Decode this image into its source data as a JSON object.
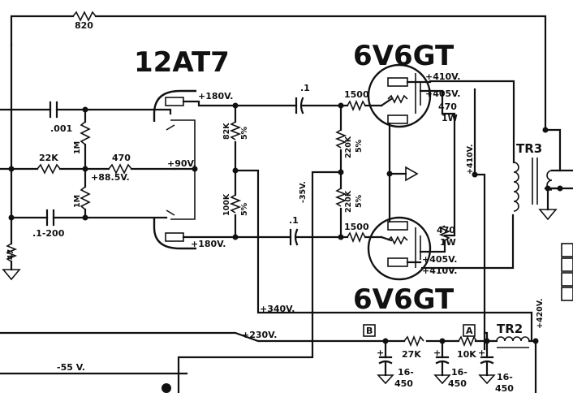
{
  "tubes": {
    "v1": "12AT7",
    "v2_top": "6V6GT",
    "v3_bottom": "6V6GT"
  },
  "transformers": {
    "output": "TR3",
    "choke": "TR2"
  },
  "resistors": {
    "r_top": "820",
    "r_1m_a": "1M",
    "r_1m_b": "1M",
    "r_22k": "22K",
    "r_470_mid": "470",
    "r_82k": "82K",
    "r_82k_tol": "5%",
    "r_100k": "100K",
    "r_100k_tol": "5%",
    "r_220k_a": "220K",
    "r_220k_a_tol": "5%",
    "r_220k_b": "220K",
    "r_220k_b_tol": "5%",
    "r_1500_a": "1500",
    "r_1500_b": "1500",
    "r_470_a": "470",
    "r_470_a_w": "1W",
    "r_470_b": "470",
    "r_470_b_w": "1W",
    "r_47": "47",
    "r_27k": "27K",
    "r_10k": "10K"
  },
  "capacitors": {
    "c_001": ".001",
    "c_1_200": ".1-200",
    "c_1_top": ".1",
    "c_1_bot": ".1",
    "c_16_450_a": "16-",
    "c_16_450_a2": "450",
    "c_16_450_b": "16-",
    "c_16_450_b2": "450",
    "c_16_450_c": "16-",
    "c_16_450_c2": "450",
    "plus_a": "+",
    "plus_b": "+",
    "plus_c": "+"
  },
  "voltages": {
    "v_180_top": "+180V.",
    "v_180_bot": "+180V.",
    "v_90": "+90V.",
    "v_88_5": "+88.5V.",
    "v_neg35": "-35V.",
    "v_410_top": "+410V.",
    "v_405_top": "+405V.",
    "v_410_side": "+410V.",
    "v_405_bot": "+405V.",
    "v_410_bot": "+410V.",
    "v_340": "+340V.",
    "v_230": "+230V.",
    "v_neg55": "-55 V.",
    "v_420": "+420V."
  },
  "test_points": {
    "b": "B",
    "a": "A"
  }
}
